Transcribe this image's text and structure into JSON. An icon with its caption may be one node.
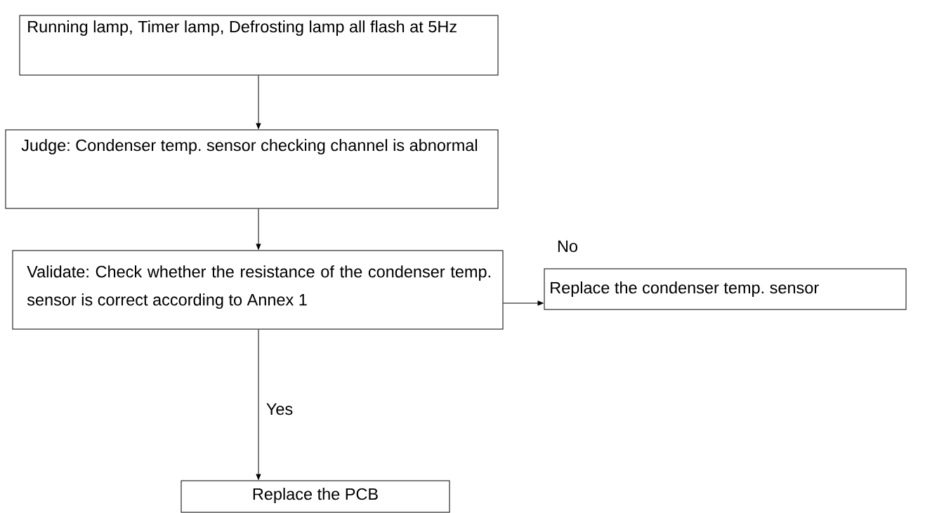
{
  "diagram": {
    "nodes": [
      {
        "text": [
          "Running lamp, Timer lamp, Defrosting lamp all flash at 5Hz"
        ]
      },
      {
        "text": [
          "Judge: Condenser temp. sensor checking channel is abnormal"
        ]
      },
      {
        "text": [
          "Validate: Check whether the resistance of the condenser temp. sensor is correct according to Annex 1"
        ]
      },
      {
        "text": [
          "Replace the condenser temp. sensor"
        ]
      },
      {
        "text": [
          "Replace the PCB"
        ]
      }
    ],
    "edges": [
      {
        "from": 0,
        "to": 1,
        "arrow": "to"
      },
      {
        "from": 1,
        "to": 2,
        "arrow": "to"
      },
      {
        "from": 2,
        "to": 3,
        "arrow": "to",
        "label": "No"
      },
      {
        "from": 2,
        "to": 4,
        "arrow": "to",
        "label": "Yes"
      }
    ]
  }
}
